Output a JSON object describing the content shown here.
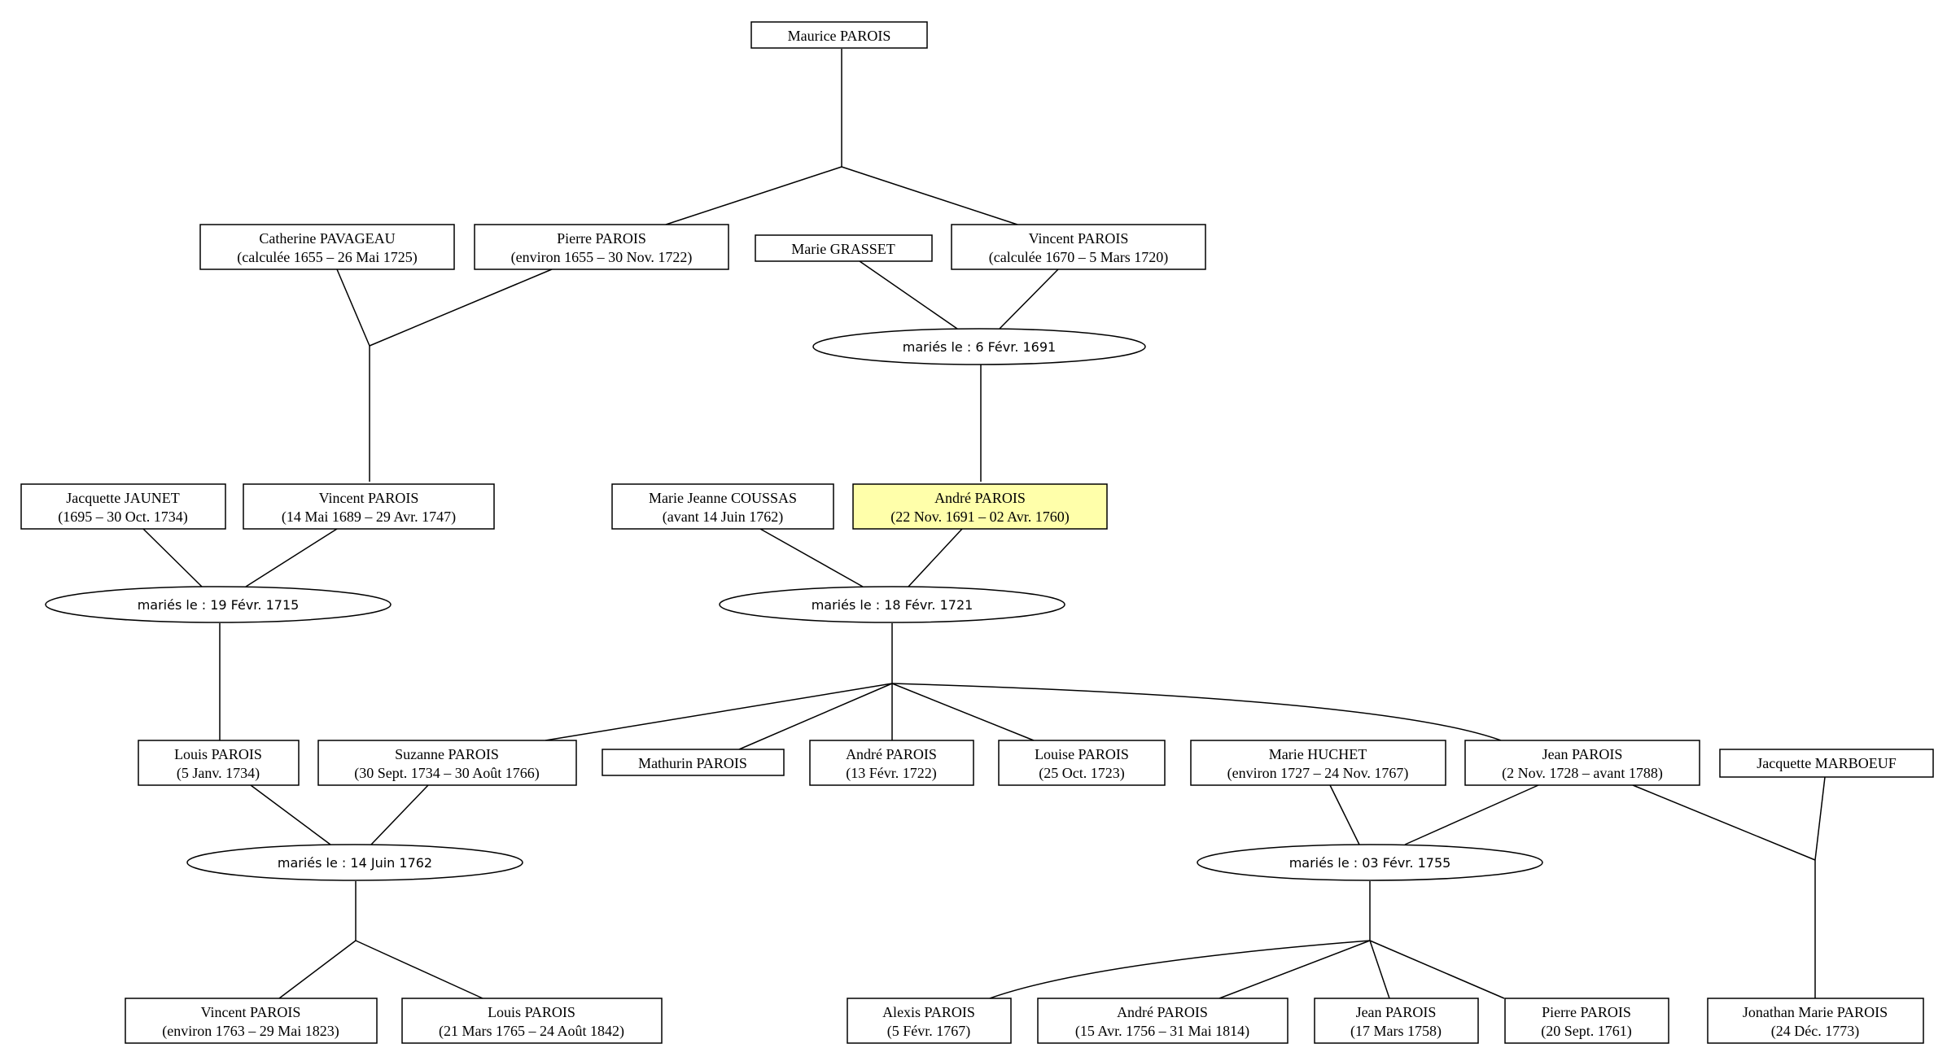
{
  "people": {
    "maurice": {
      "name": "Maurice PAROIS",
      "dates": ""
    },
    "catherine": {
      "name": "Catherine PAVAGEAU",
      "dates": "(calculée 1655 – 26 Mai 1725)"
    },
    "pierre_1655": {
      "name": "Pierre PAROIS",
      "dates": "(environ 1655 – 30 Nov. 1722)"
    },
    "marie_grasset": {
      "name": "Marie GRASSET",
      "dates": ""
    },
    "vincent_1670": {
      "name": "Vincent PAROIS",
      "dates": "(calculée 1670 – 5 Mars 1720)"
    },
    "jacquette_jaunet": {
      "name": "Jacquette JAUNET",
      "dates": "(1695 – 30 Oct. 1734)"
    },
    "vincent_1689": {
      "name": "Vincent PAROIS",
      "dates": "(14 Mai 1689 – 29 Avr. 1747)"
    },
    "marie_jeanne": {
      "name": "Marie Jeanne COUSSAS",
      "dates": "(avant 14 Juin 1762)"
    },
    "andre_1691": {
      "name": "André PAROIS",
      "dates": "(22 Nov. 1691 – 02 Avr. 1760)"
    },
    "louis_1734": {
      "name": "Louis PAROIS",
      "dates": "(5 Janv. 1734)"
    },
    "suzanne": {
      "name": "Suzanne PAROIS",
      "dates": "(30 Sept. 1734 – 30 Août 1766)"
    },
    "mathurin": {
      "name": "Mathurin PAROIS",
      "dates": ""
    },
    "andre_1722": {
      "name": "André PAROIS",
      "dates": "(13 Févr. 1722)"
    },
    "louise": {
      "name": "Louise PAROIS",
      "dates": "(25 Oct. 1723)"
    },
    "marie_huchet": {
      "name": "Marie HUCHET",
      "dates": "(environ 1727 – 24 Nov. 1767)"
    },
    "jean_1728": {
      "name": "Jean PAROIS",
      "dates": "(2 Nov. 1728 – avant 1788)"
    },
    "jacquette_marboeuf": {
      "name": "Jacquette MARBOEUF",
      "dates": ""
    },
    "vincent_1763": {
      "name": "Vincent PAROIS",
      "dates": "(environ 1763 – 29 Mai 1823)"
    },
    "louis_1765": {
      "name": "Louis PAROIS",
      "dates": "(21 Mars 1765 – 24 Août 1842)"
    },
    "alexis": {
      "name": "Alexis PAROIS",
      "dates": "(5 Févr. 1767)"
    },
    "andre_1756": {
      "name": "André PAROIS",
      "dates": "(15 Avr. 1756 – 31 Mai 1814)"
    },
    "jean_1758": {
      "name": "Jean PAROIS",
      "dates": "(17 Mars 1758)"
    },
    "pierre_1761": {
      "name": "Pierre PAROIS",
      "dates": "(20 Sept. 1761)"
    },
    "jonathan": {
      "name": "Jonathan Marie PAROIS",
      "dates": "(24 Déc. 1773)"
    }
  },
  "marriages": {
    "m1691": "mariés le : 6 Févr. 1691",
    "m1715": "mariés le : 19 Févr. 1715",
    "m1721": "mariés le : 18 Févr. 1721",
    "m1762": "mariés le : 14 Juin 1762",
    "m1755": "mariés le : 03 Févr. 1755"
  },
  "colors": {
    "highlight": "#ffffaa",
    "box": "#ffffff",
    "stroke": "#000000"
  }
}
